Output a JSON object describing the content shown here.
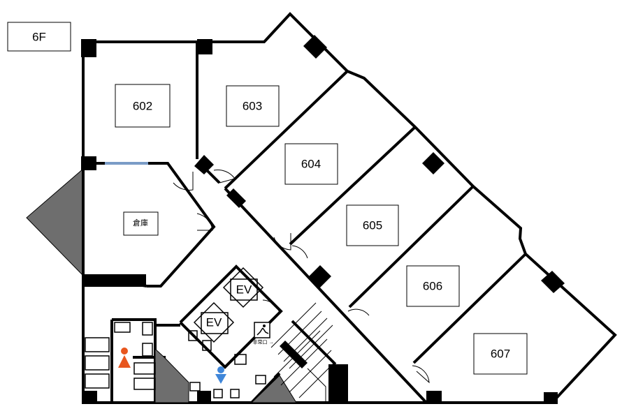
{
  "floor_label": "6F",
  "rooms": [
    {
      "id": "602",
      "label": "602"
    },
    {
      "id": "603",
      "label": "603"
    },
    {
      "id": "604",
      "label": "604"
    },
    {
      "id": "605",
      "label": "605"
    },
    {
      "id": "606",
      "label": "606"
    },
    {
      "id": "607",
      "label": "607"
    }
  ],
  "storage_label": "倉庫",
  "elevators": [
    {
      "label": "EV"
    },
    {
      "label": "EV"
    }
  ],
  "exit_sign_label": "非常口",
  "colors": {
    "wall": "#000000",
    "shaded": "#6e6e6e",
    "window": "#7a9cc6",
    "female_icon": "#e8561e",
    "male_icon": "#3f86d9"
  }
}
